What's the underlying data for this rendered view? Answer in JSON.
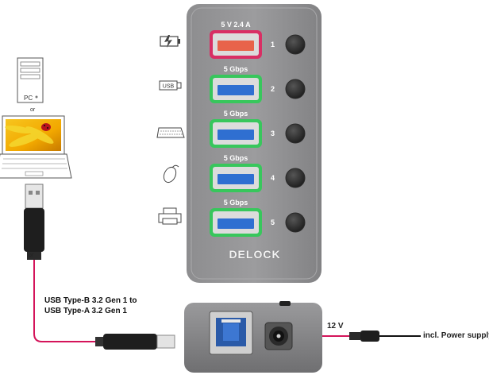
{
  "hub": {
    "brand": "DELOCK",
    "ports": [
      {
        "speed": "5 V 2.4 A",
        "number": "1",
        "glow": "#e0245e",
        "insert": "#e8634a"
      },
      {
        "speed": "5 Gbps",
        "number": "2",
        "glow": "#2ecc55",
        "insert": "#2f6fd1"
      },
      {
        "speed": "5 Gbps",
        "number": "3",
        "glow": "#2ecc55",
        "insert": "#2f6fd1"
      },
      {
        "speed": "5 Gbps",
        "number": "4",
        "glow": "#2ecc55",
        "insert": "#2f6fd1"
      },
      {
        "speed": "5 Gbps",
        "number": "5",
        "glow": "#2ecc55",
        "insert": "#2f6fd1"
      }
    ]
  },
  "device_icons": [
    {
      "icon": "battery-charge-icon"
    },
    {
      "icon": "usb-stick-icon",
      "text": "USB"
    },
    {
      "icon": "keyboard-icon"
    },
    {
      "icon": "mouse-icon"
    },
    {
      "icon": "printer-icon"
    }
  ],
  "computer": {
    "pc_label": "PC",
    "or_label": "or",
    "or_label_2": "or"
  },
  "cable": {
    "line1": "USB Type-B 3.2 Gen 1 to",
    "line2": "USB Type-A 3.2 Gen 1",
    "color": "#d4145a"
  },
  "power": {
    "voltage": "12 V",
    "label": "incl. Power supply"
  }
}
